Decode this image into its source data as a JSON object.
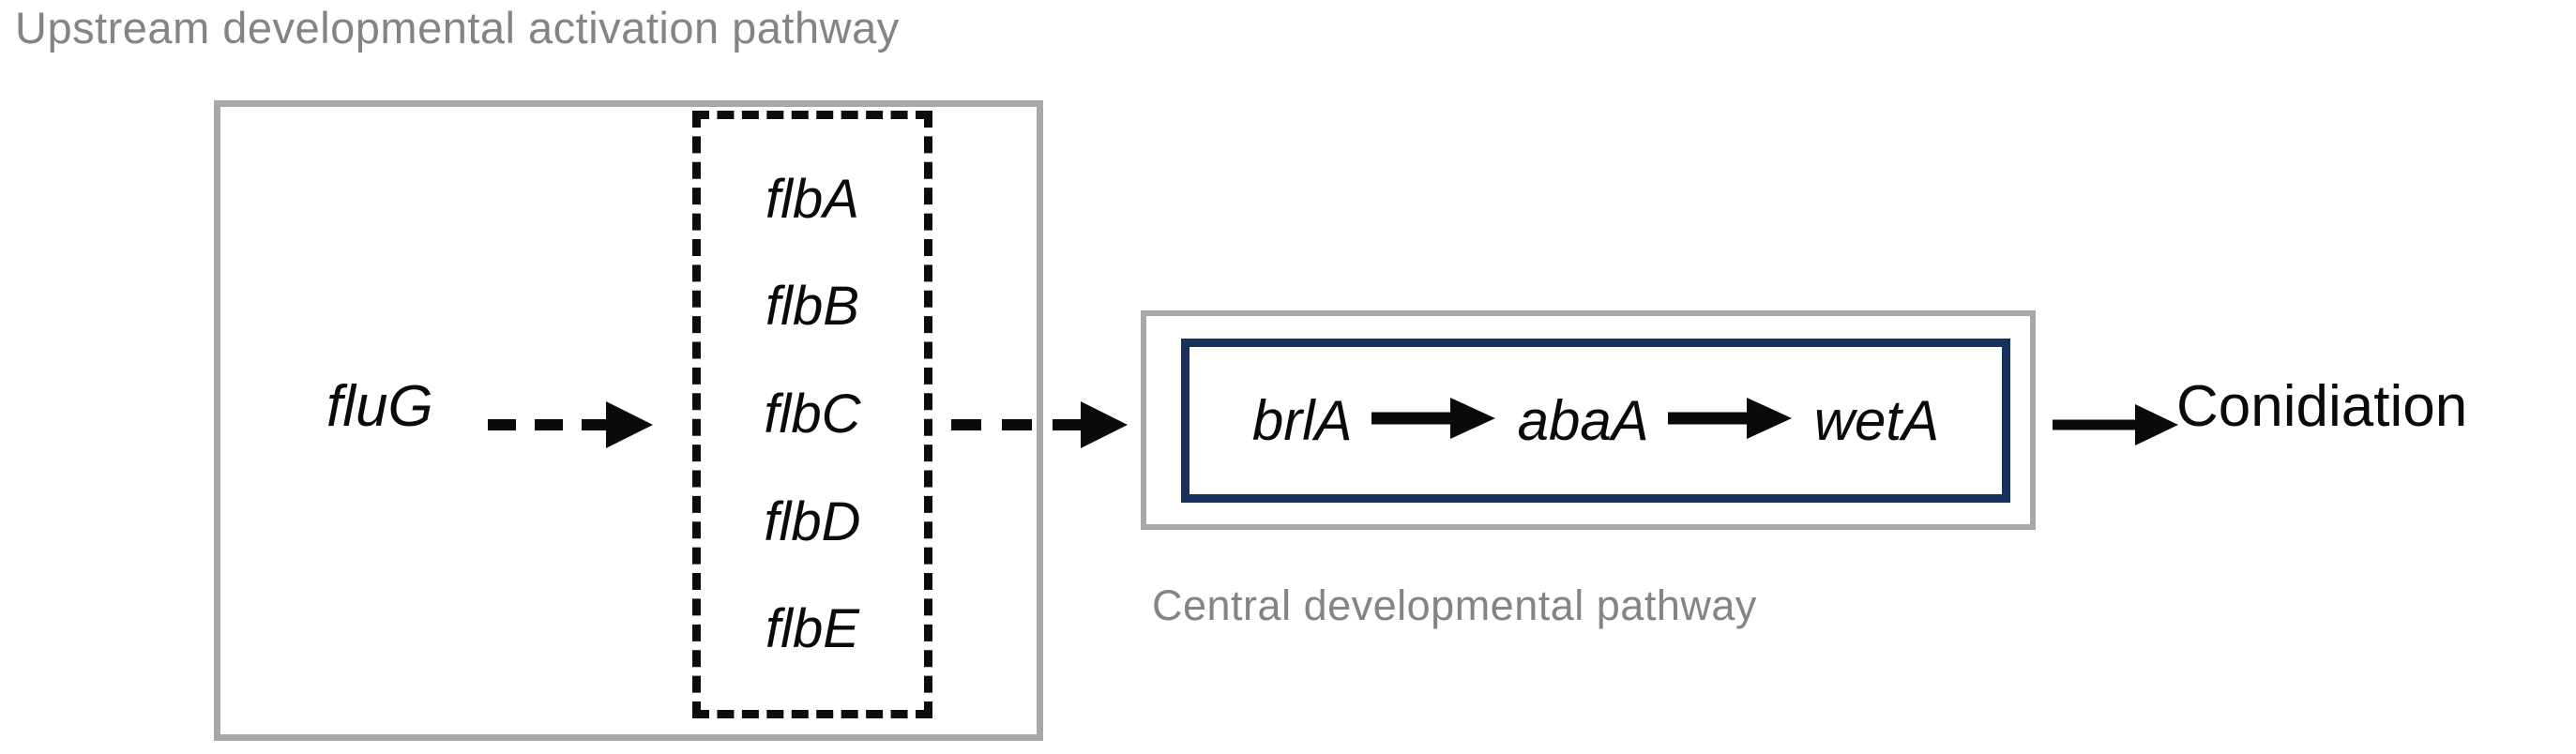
{
  "diagram": {
    "background_color": "#ffffff",
    "upstream": {
      "title": "Upstream developmental activation pathway",
      "title_color": "#848484",
      "box_border_color": "#a8a8a8",
      "initiator_gene": "fluG",
      "flb_box": {
        "border_color": "#0d0d0d",
        "border_style": "dashed",
        "genes": [
          {
            "label": "flbA"
          },
          {
            "label": "flbB"
          },
          {
            "label": "flbC"
          },
          {
            "label": "flbD"
          },
          {
            "label": "flbE"
          }
        ]
      }
    },
    "central": {
      "title": "Central developmental pathway",
      "title_color": "#848484",
      "outer_box_border_color": "#a8a8a8",
      "inner_box_border_color": "#17305c",
      "genes": [
        {
          "label": "brlA"
        },
        {
          "label": "abaA"
        },
        {
          "label": "wetA"
        }
      ]
    },
    "outcome": {
      "label": "Conidiation",
      "color": "#0a0a0a"
    },
    "arrows": [
      {
        "name": "fluG-to-flb",
        "style": "dashed",
        "color": "#0a0a0a"
      },
      {
        "name": "flb-to-central",
        "style": "dashed",
        "color": "#0a0a0a"
      },
      {
        "name": "brlA-to-abaA",
        "style": "solid",
        "color": "#0a0a0a"
      },
      {
        "name": "abaA-to-wetA",
        "style": "solid",
        "color": "#0a0a0a"
      },
      {
        "name": "central-to-conidiation",
        "style": "solid",
        "color": "#0a0a0a"
      }
    ]
  }
}
